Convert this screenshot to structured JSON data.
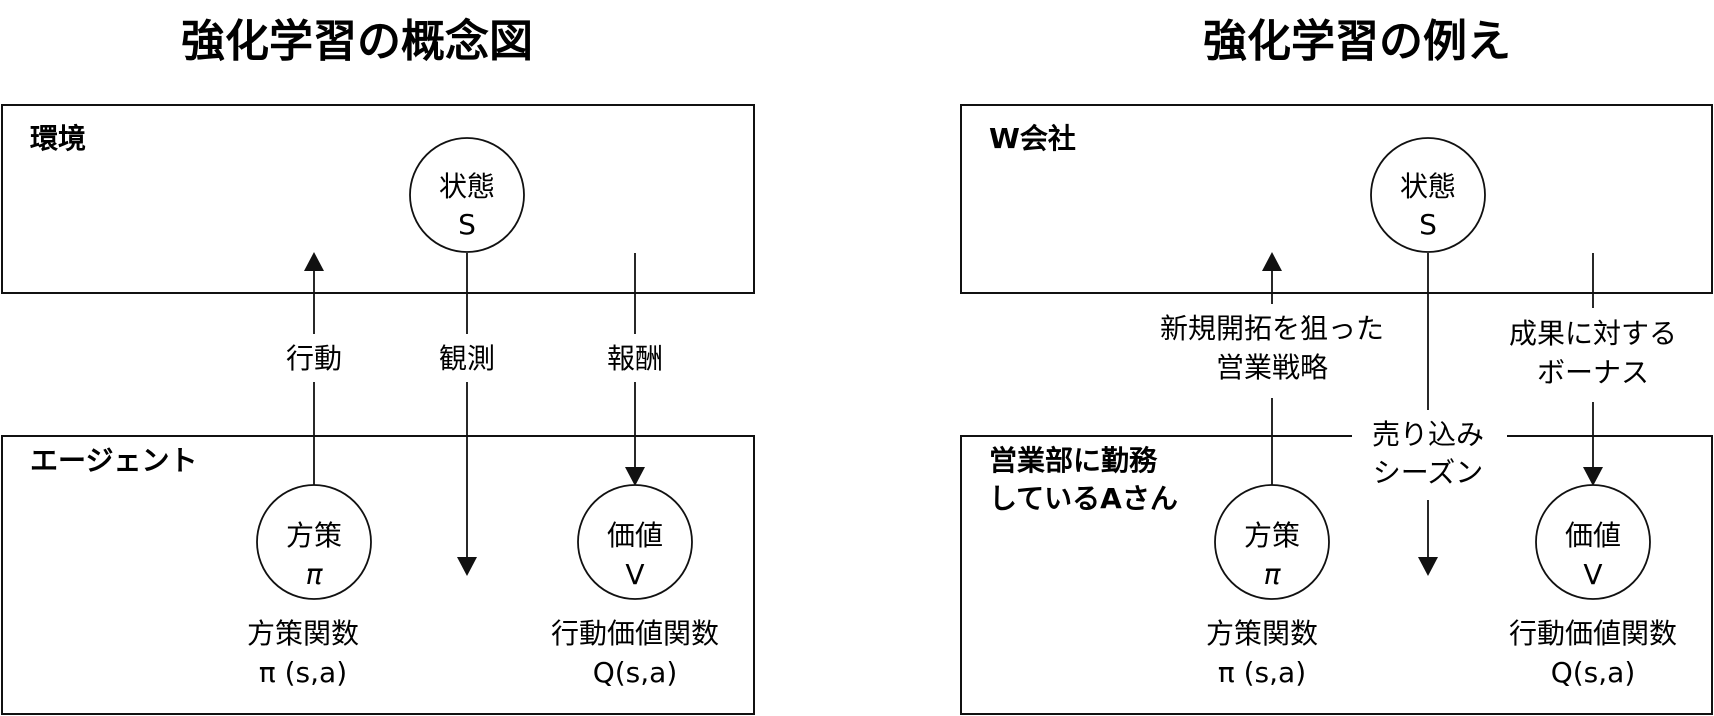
{
  "left": {
    "title": "強化学習の概念図",
    "env_label": "環境",
    "agent_label": "エージェント",
    "state_node": {
      "line1": "状態",
      "line2": "S"
    },
    "policy_node": {
      "line1": "方策",
      "line2": "π"
    },
    "value_node": {
      "line1": "価値",
      "line2": "V"
    },
    "arrow_action": "行動",
    "arrow_observe": "観測",
    "arrow_reward": "報酬",
    "policy_caption": {
      "line1": "方策関数",
      "line2": "π (s,a)"
    },
    "value_caption": {
      "line1": "行動価値関数",
      "line2": "Q(s,a)"
    }
  },
  "right": {
    "title": "強化学習の例え",
    "env_label": "W会社",
    "agent_label_line1": "営業部に勤務",
    "agent_label_line2": "しているAさん",
    "state_node": {
      "line1": "状態",
      "line2": "S"
    },
    "policy_node": {
      "line1": "方策",
      "line2": "π"
    },
    "value_node": {
      "line1": "価値",
      "line2": "V"
    },
    "arrow_action": {
      "line1": "新規開拓を狙った",
      "line2": "営業戦略"
    },
    "arrow_observe": {
      "line1": "売り込み",
      "line2": "シーズン"
    },
    "arrow_reward": {
      "line1": "成果に対する",
      "line2": "ボーナス"
    },
    "policy_caption": {
      "line1": "方策関数",
      "line2": "π (s,a)"
    },
    "value_caption": {
      "line1": "行動価値関数",
      "line2": "Q(s,a)"
    }
  }
}
